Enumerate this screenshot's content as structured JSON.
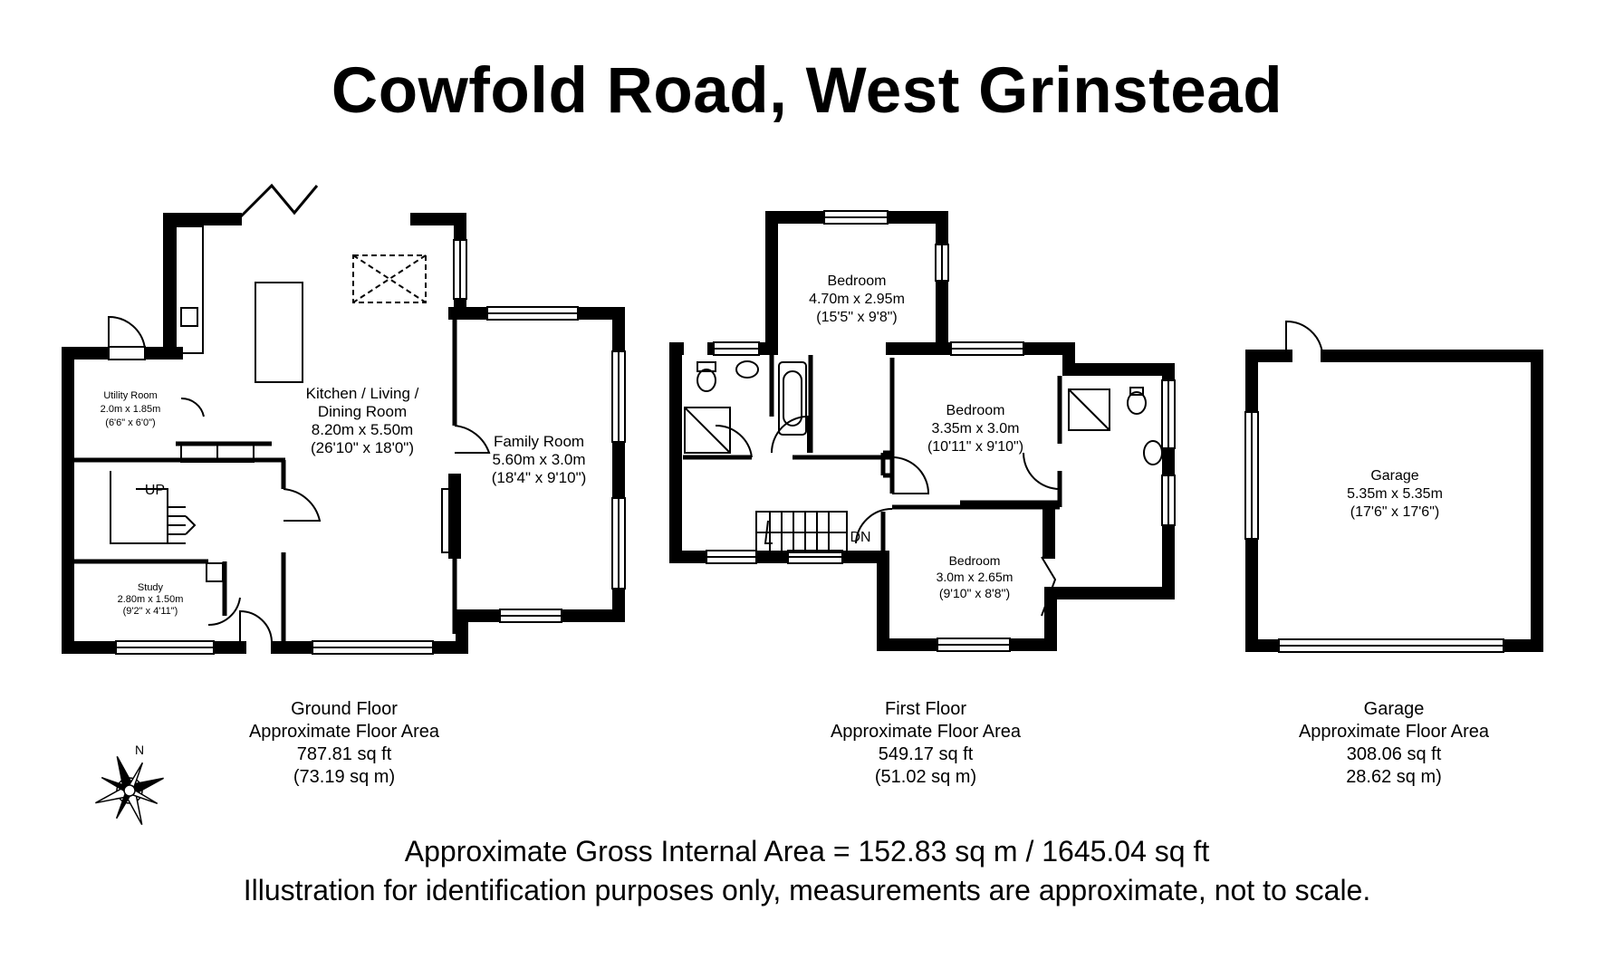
{
  "title": "Cowfold Road, West Grinstead",
  "ground_floor": {
    "rooms": [
      {
        "name": "Utility Room",
        "metric": "2.0m x 1.85m",
        "imperial": "(6'6\" x 6'0\")"
      },
      {
        "name": "Kitchen / Living /",
        "name2": "Dining Room",
        "metric": "8.20m x 5.50m",
        "imperial": "(26'10\" x 18'0\")"
      },
      {
        "name": "Family Room",
        "metric": "5.60m x 3.0m",
        "imperial": "(18'4\" x 9'10\")"
      },
      {
        "name": "Study",
        "metric": "2.80m x 1.50m",
        "imperial": "(9'2\" x 4'11\")"
      }
    ],
    "stair_label": "UP",
    "area": {
      "name": "Ground Floor",
      "label": "Approximate Floor Area",
      "sqft": "787.81 sq ft",
      "sqm": "(73.19 sq m)"
    }
  },
  "first_floor": {
    "rooms": [
      {
        "name": "Bedroom",
        "metric": "4.70m x 2.95m",
        "imperial": "(15'5\" x 9'8\")"
      },
      {
        "name": "Bedroom",
        "metric": "3.35m x 3.0m",
        "imperial": "(10'11\" x 9'10\")"
      },
      {
        "name": "Bedroom",
        "metric": "3.0m x 2.65m",
        "imperial": "(9'10\" x 8'8\")"
      }
    ],
    "stair_label": "DN",
    "area": {
      "name": "First Floor",
      "label": "Approximate Floor Area",
      "sqft": "549.17 sq ft",
      "sqm": "(51.02 sq m)"
    }
  },
  "garage": {
    "room": {
      "name": "Garage",
      "metric": "5.35m x 5.35m",
      "imperial": "(17'6\" x 17'6\")"
    },
    "area": {
      "name": "Garage",
      "label": "Approximate Floor Area",
      "sqft": "308.06 sq ft",
      "sqm": "28.62 sq m)"
    }
  },
  "compass": {
    "north_label": "N"
  },
  "footer": {
    "gross_area": "Approximate Gross Internal Area = 152.83 sq m / 1645.04 sq ft",
    "disclaimer": "Illustration for identification purposes only, measurements are approximate, not to scale."
  },
  "colors": {
    "wall": "#000000",
    "background": "#ffffff",
    "fixture": "#555555"
  }
}
